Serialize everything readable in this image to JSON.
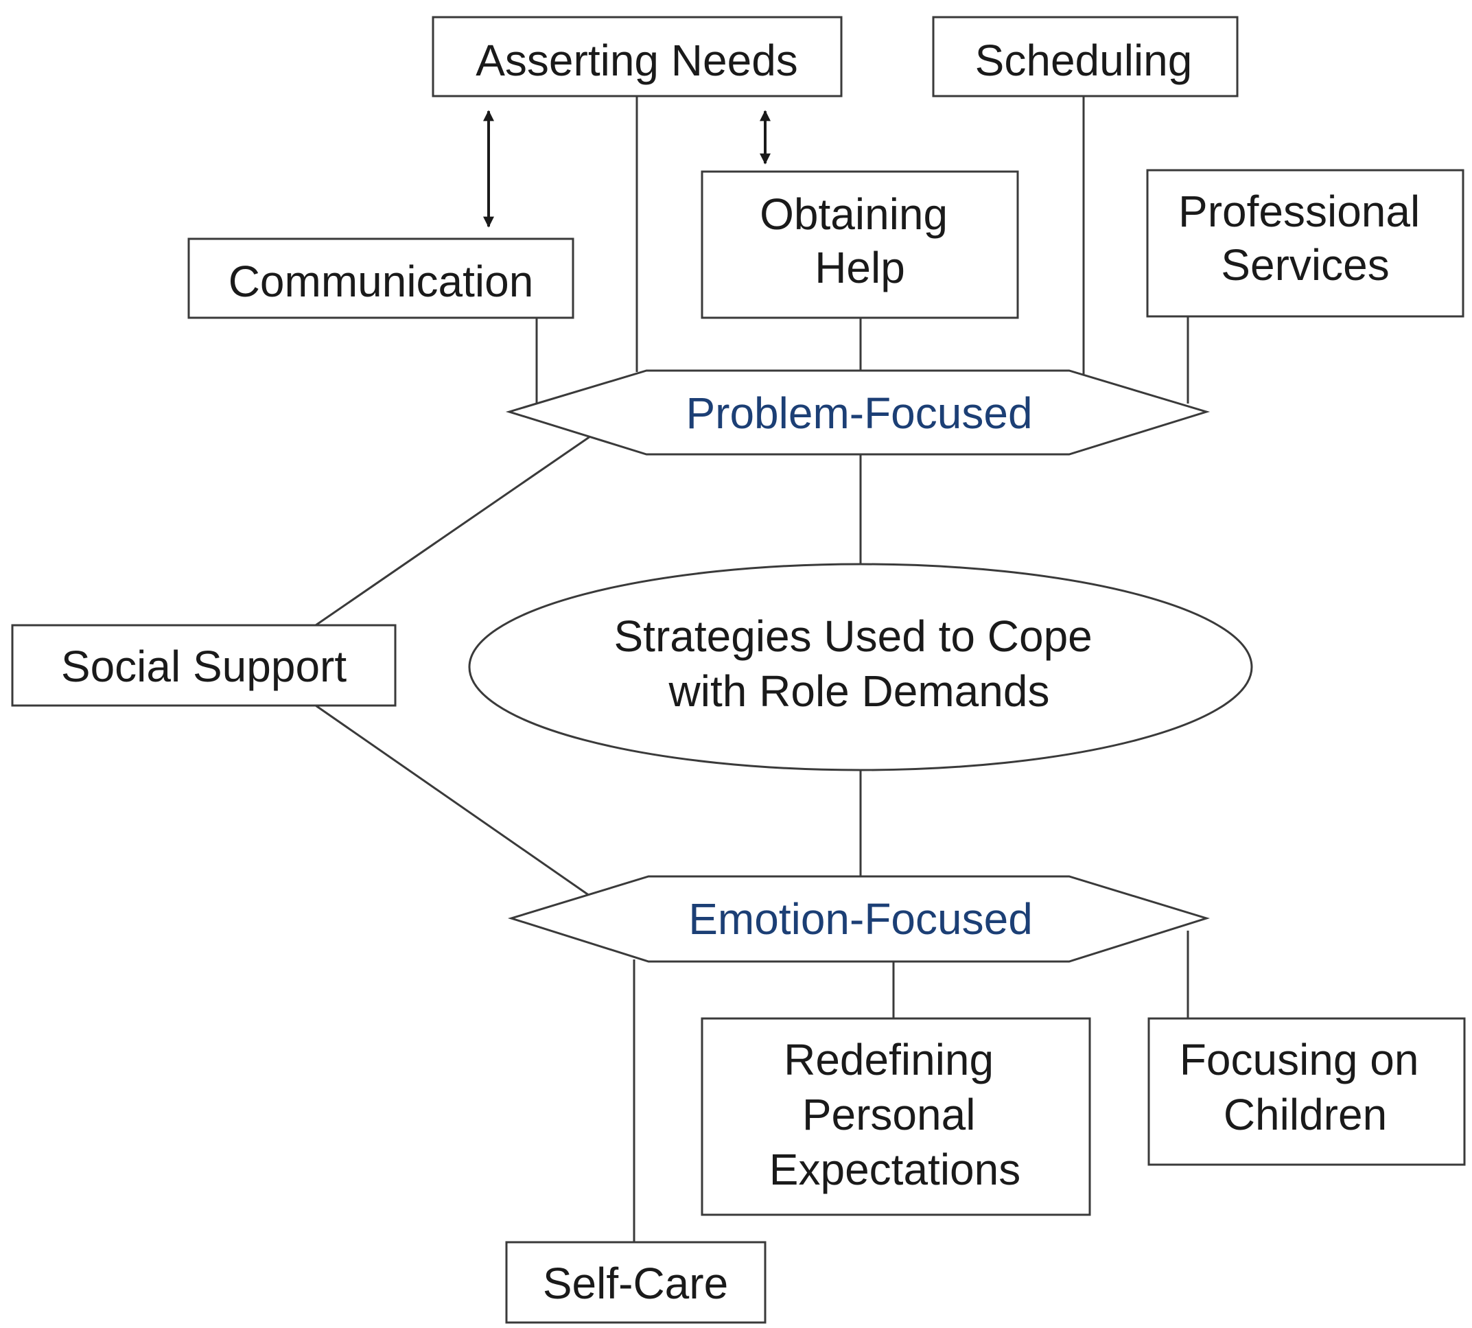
{
  "colors": {
    "stroke": "#3a3a3a",
    "text": "#1a1a1a",
    "accent_text": "#1c3f75",
    "background": "#ffffff"
  },
  "nodes": {
    "asserting_needs": [
      "Asserting Needs"
    ],
    "scheduling": [
      "Scheduling"
    ],
    "communication": [
      "Communication"
    ],
    "obtaining_help": [
      "Obtaining",
      "Help"
    ],
    "professional_services": [
      "Professional",
      "Services"
    ],
    "problem_focused": [
      "Problem-Focused"
    ],
    "social_support": [
      "Social Support"
    ],
    "central": [
      "Strategies Used to Cope",
      "with Role Demands"
    ],
    "emotion_focused": [
      "Emotion-Focused"
    ],
    "redefining": [
      "Redefining",
      "Personal",
      "Expectations"
    ],
    "focusing_children": [
      "Focusing on",
      "Children"
    ],
    "self_care": [
      "Self-Care"
    ]
  }
}
